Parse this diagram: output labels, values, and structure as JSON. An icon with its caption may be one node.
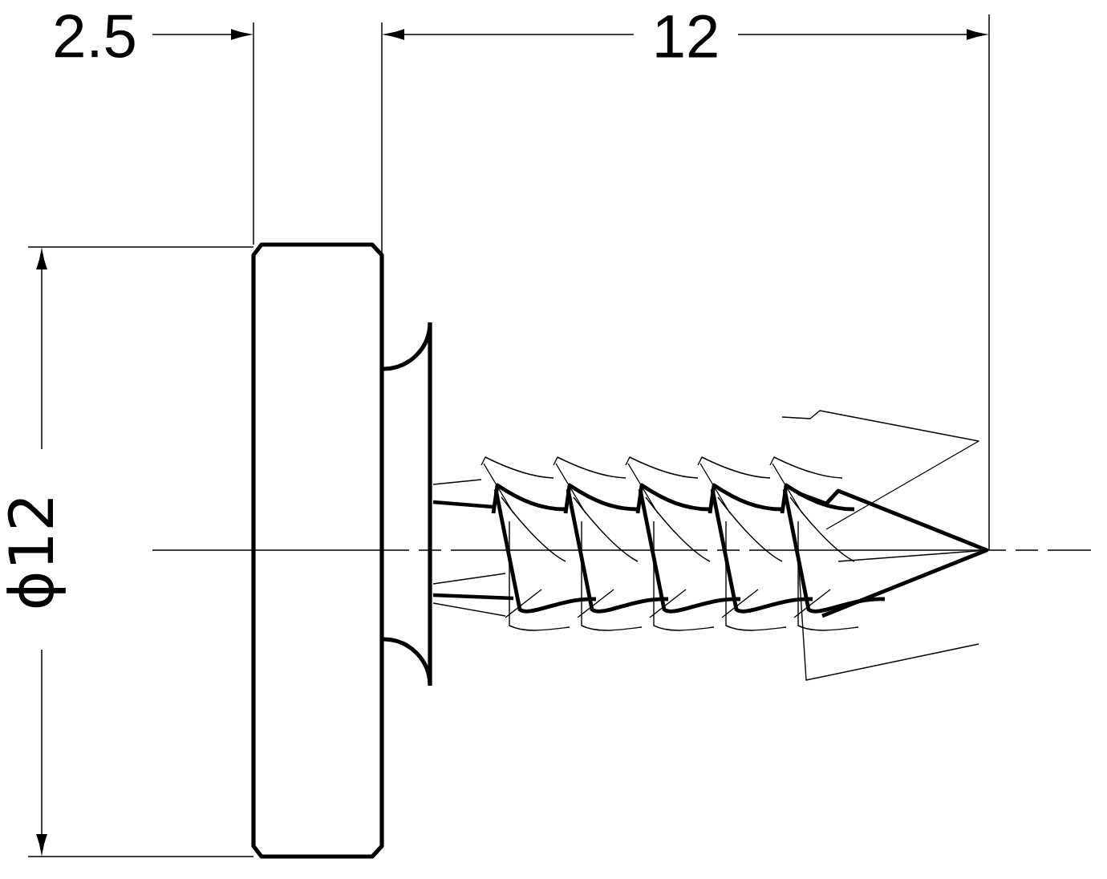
{
  "diagram": {
    "labels": [
      "2.5",
      "12",
      "ϕ12"
    ]
  }
}
